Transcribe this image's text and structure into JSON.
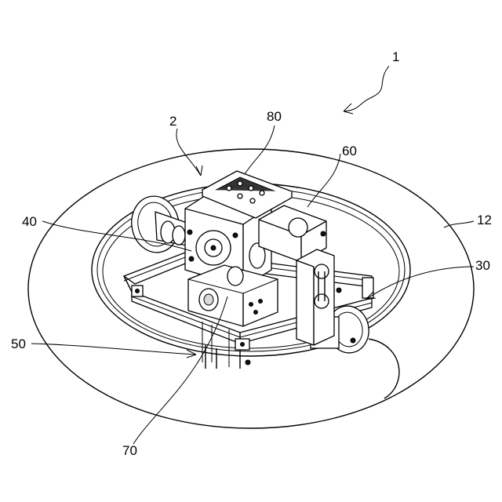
{
  "figure": {
    "reference_labels": {
      "assembly": "1",
      "robot": "2",
      "tire": "12",
      "frame": "30",
      "wheel_unit": "40",
      "support": "50",
      "arm_unit": "60",
      "motor_unit": "70",
      "control_board": "80"
    }
  }
}
